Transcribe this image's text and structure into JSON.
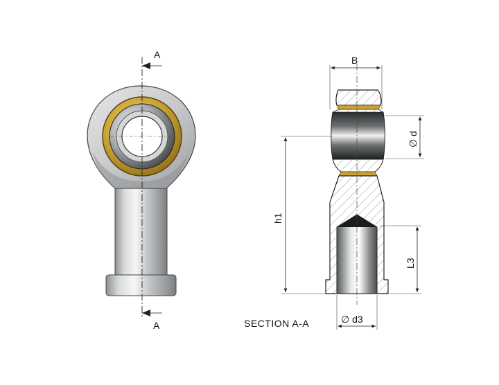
{
  "drawing": {
    "section_marker_top": "A",
    "section_marker_bottom": "A",
    "section_caption": "SECTION A-A",
    "dimensions": {
      "width": "B",
      "bore": "∅ d",
      "height": "h1",
      "thread_depth": "L3",
      "thread_diameter": "∅ d3"
    }
  },
  "colors": {
    "bronze_liner": "#c9a233",
    "steel": "#b9bcbf",
    "hatch": "#777777",
    "line": "#222222"
  }
}
